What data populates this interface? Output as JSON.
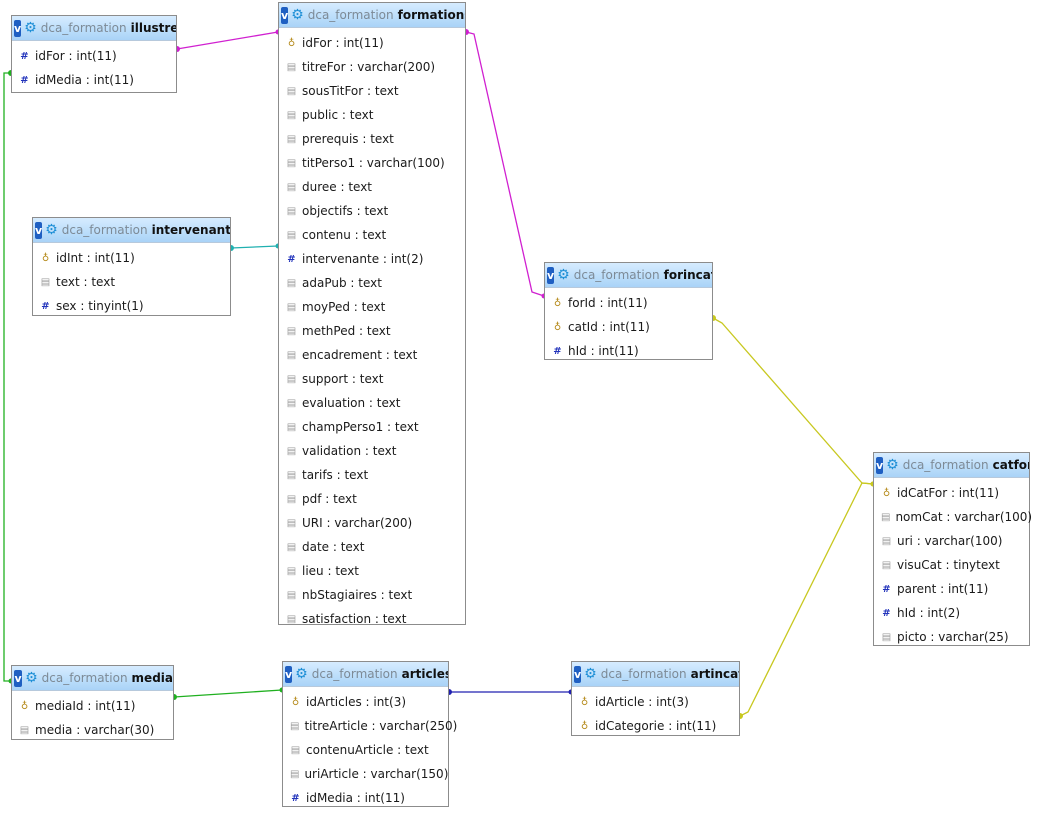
{
  "tables": [
    {
      "id": "illustre",
      "db": "dca_formation",
      "name": "illustre",
      "fields": [
        {
          "icon": "hash-icon",
          "label": "idFor : int(11)"
        },
        {
          "icon": "hash-icon",
          "label": "idMedia : int(11)"
        }
      ]
    },
    {
      "id": "formations",
      "db": "dca_formation",
      "name": "formations",
      "fields": [
        {
          "icon": "key-icon",
          "label": "idFor : int(11)"
        },
        {
          "icon": "text-field-icon",
          "label": "titreFor : varchar(200)"
        },
        {
          "icon": "text-field-icon",
          "label": "sousTitFor : text"
        },
        {
          "icon": "text-field-icon",
          "label": "public : text"
        },
        {
          "icon": "text-field-icon",
          "label": "prerequis : text"
        },
        {
          "icon": "text-field-icon",
          "label": "titPerso1 : varchar(100)"
        },
        {
          "icon": "text-field-icon",
          "label": "duree : text"
        },
        {
          "icon": "text-field-icon",
          "label": "objectifs : text"
        },
        {
          "icon": "text-field-icon",
          "label": "contenu : text"
        },
        {
          "icon": "hash-icon",
          "label": "intervenante : int(2)"
        },
        {
          "icon": "text-field-icon",
          "label": "adaPub : text"
        },
        {
          "icon": "text-field-icon",
          "label": "moyPed : text"
        },
        {
          "icon": "text-field-icon",
          "label": "methPed : text"
        },
        {
          "icon": "text-field-icon",
          "label": "encadrement : text"
        },
        {
          "icon": "text-field-icon",
          "label": "support : text"
        },
        {
          "icon": "text-field-icon",
          "label": "evaluation : text"
        },
        {
          "icon": "text-field-icon",
          "label": "champPerso1 : text"
        },
        {
          "icon": "text-field-icon",
          "label": "validation : text"
        },
        {
          "icon": "text-field-icon",
          "label": "tarifs : text"
        },
        {
          "icon": "text-field-icon",
          "label": "pdf : text"
        },
        {
          "icon": "text-field-icon",
          "label": "URI : varchar(200)"
        },
        {
          "icon": "text-field-icon",
          "label": "date : text"
        },
        {
          "icon": "text-field-icon",
          "label": "lieu : text"
        },
        {
          "icon": "text-field-icon",
          "label": "nbStagiaires : text"
        },
        {
          "icon": "text-field-icon",
          "label": "satisfaction : text"
        }
      ]
    },
    {
      "id": "intervenants",
      "db": "dca_formation",
      "name": "intervenants",
      "fields": [
        {
          "icon": "key-icon",
          "label": "idInt : int(11)"
        },
        {
          "icon": "text-field-icon",
          "label": "text : text"
        },
        {
          "icon": "hash-icon",
          "label": "sex : tinyint(1)"
        }
      ]
    },
    {
      "id": "forincat",
      "db": "dca_formation",
      "name": "forincat",
      "fields": [
        {
          "icon": "key-icon",
          "label": "forId : int(11)"
        },
        {
          "icon": "key-icon",
          "label": "catId : int(11)"
        },
        {
          "icon": "hash-icon",
          "label": "hId : int(11)"
        }
      ]
    },
    {
      "id": "catfor",
      "db": "dca_formation",
      "name": "catfor",
      "fields": [
        {
          "icon": "key-icon",
          "label": "idCatFor : int(11)"
        },
        {
          "icon": "text-field-icon",
          "label": "nomCat : varchar(100)"
        },
        {
          "icon": "text-field-icon",
          "label": "uri : varchar(100)"
        },
        {
          "icon": "text-field-icon",
          "label": "visuCat : tinytext"
        },
        {
          "icon": "hash-icon",
          "label": "parent : int(11)"
        },
        {
          "icon": "hash-icon",
          "label": "hId : int(2)"
        },
        {
          "icon": "text-field-icon",
          "label": "picto : varchar(25)"
        }
      ]
    },
    {
      "id": "media",
      "db": "dca_formation",
      "name": "media",
      "fields": [
        {
          "icon": "key-icon",
          "label": "mediaId : int(11)"
        },
        {
          "icon": "text-field-icon",
          "label": "media : varchar(30)"
        }
      ]
    },
    {
      "id": "articles",
      "db": "dca_formation",
      "name": "articles",
      "fields": [
        {
          "icon": "key-icon",
          "label": "idArticles : int(3)"
        },
        {
          "icon": "text-field-icon",
          "label": "titreArticle : varchar(250)"
        },
        {
          "icon": "text-field-icon",
          "label": "contenuArticle : text"
        },
        {
          "icon": "text-field-icon",
          "label": "uriArticle : varchar(150)"
        },
        {
          "icon": "hash-icon",
          "label": "idMedia : int(11)"
        }
      ]
    },
    {
      "id": "artincat",
      "db": "dca_formation",
      "name": "artincat",
      "fields": [
        {
          "icon": "key-icon",
          "label": "idArticle : int(3)"
        },
        {
          "icon": "key-icon",
          "label": "idCategorie : int(11)"
        }
      ]
    }
  ],
  "links": [
    {
      "id": "illustre-formations",
      "color": "#d020d0"
    },
    {
      "id": "formations-forincat",
      "color": "#d020d0"
    },
    {
      "id": "intervenants-formations",
      "color": "#20b0b0"
    },
    {
      "id": "forincat-catfor",
      "color": "#c8c820"
    },
    {
      "id": "artincat-catfor",
      "color": "#c8c820"
    },
    {
      "id": "articles-artincat",
      "color": "#2020b0"
    },
    {
      "id": "media-articles",
      "color": "#20b020"
    },
    {
      "id": "illustre-media",
      "color": "#20b020"
    }
  ]
}
